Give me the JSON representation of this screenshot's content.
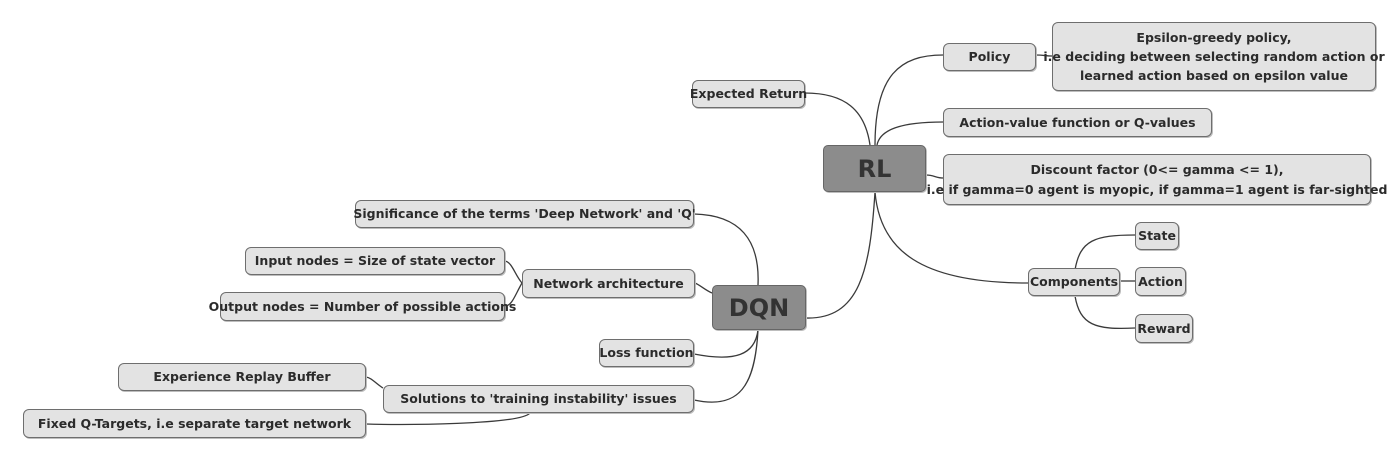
{
  "central_nodes": {
    "rl": "RL",
    "dqn": "DQN"
  },
  "rl_branches": {
    "policy": "Policy",
    "policy_detail": {
      "line1": "Epsilon-greedy policy,",
      "line2": "i.e deciding between selecting random action or",
      "line3": "learned action based on epsilon value"
    },
    "expected_return": "Expected Return",
    "action_value": "Action-value function or Q-values",
    "discount_factor": {
      "line1": "Discount factor (0<= gamma <= 1),",
      "line2": "i.e if gamma=0 agent is myopic, if gamma=1 agent is far-sighted"
    },
    "components": "Components",
    "state": "State",
    "action": "Action",
    "reward": "Reward"
  },
  "dqn_branches": {
    "significance": "Significance of the terms 'Deep Network' and 'Q'",
    "network_architecture": "Network architecture",
    "input_nodes": "Input nodes = Size of state vector",
    "output_nodes": "Output nodes = Number of possible actions",
    "loss_function": "Loss function",
    "solutions": "Solutions to 'training instability' issues",
    "experience_replay": "Experience Replay Buffer",
    "fixed_q_targets": "Fixed Q-Targets, i.e separate target network"
  }
}
